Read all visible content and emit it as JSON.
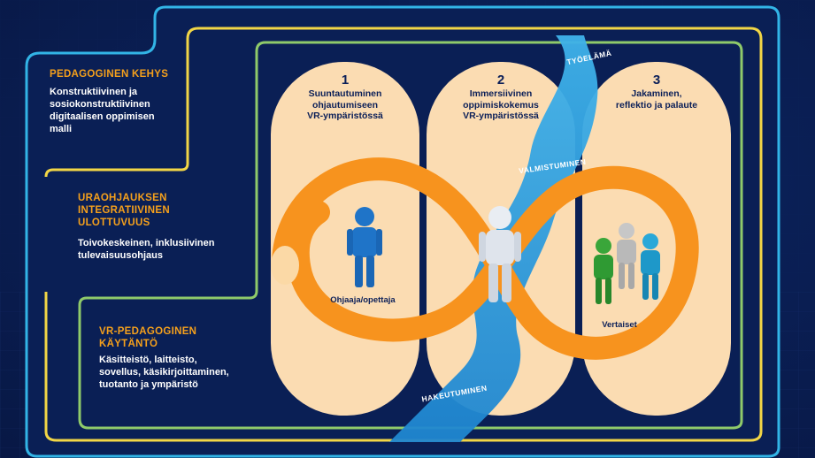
{
  "colors": {
    "background": "#0a1f55",
    "frame_outer": "#32b4e6",
    "frame_middle": "#f2d646",
    "frame_inner": "#8fca6a",
    "column_fill": "#fbdcb2",
    "infinity_loop": "#f7931e",
    "river": "#2a9fe0",
    "heading_text": "#f5a01c"
  },
  "layers": [
    {
      "heading": "PEDAGOGINEN KEHYS",
      "text": [
        "Konstruktiivinen ja",
        "sosiokonstruktiivinen",
        "digitaalisen oppimisen",
        "malli"
      ]
    },
    {
      "heading": [
        "URAOHJAUKSEN",
        "INTEGRATIIVINEN",
        "ULOTTUVUUS"
      ],
      "text": [
        "Toivokeskeinen, inklusiivinen",
        "tulevaisuusohjaus"
      ]
    },
    {
      "heading": [
        "VR-PEDAGOGINEN",
        "KÄYTÄNTÖ"
      ],
      "text": [
        "Käsitteistö, laitteisto,",
        "sovellus, käsikirjoittaminen,",
        "tuotanto ja ympäristö"
      ]
    }
  ],
  "phases": [
    {
      "number": "1",
      "title": [
        "Suuntautuminen",
        "ohjautumiseen",
        "VR-ympäristössä"
      ]
    },
    {
      "number": "2",
      "title": [
        "Immersiivinen",
        "oppimiskokemus",
        "VR-ympäristössä"
      ]
    },
    {
      "number": "3",
      "title": [
        "Jakaminen,",
        "reflektio ja palaute"
      ]
    }
  ],
  "figures": {
    "guide_label": "Ohjaaja/opettaja",
    "peers_label": "Vertaiset",
    "guide_icon": "person-blue-icon",
    "learner_icon": "person-white-icon",
    "peers_icon": "group-of-three-people-icon"
  },
  "river_labels": [
    "TYÖELÄMÄ",
    "VALMISTUMINEN",
    "HAKEUTUMINEN"
  ]
}
